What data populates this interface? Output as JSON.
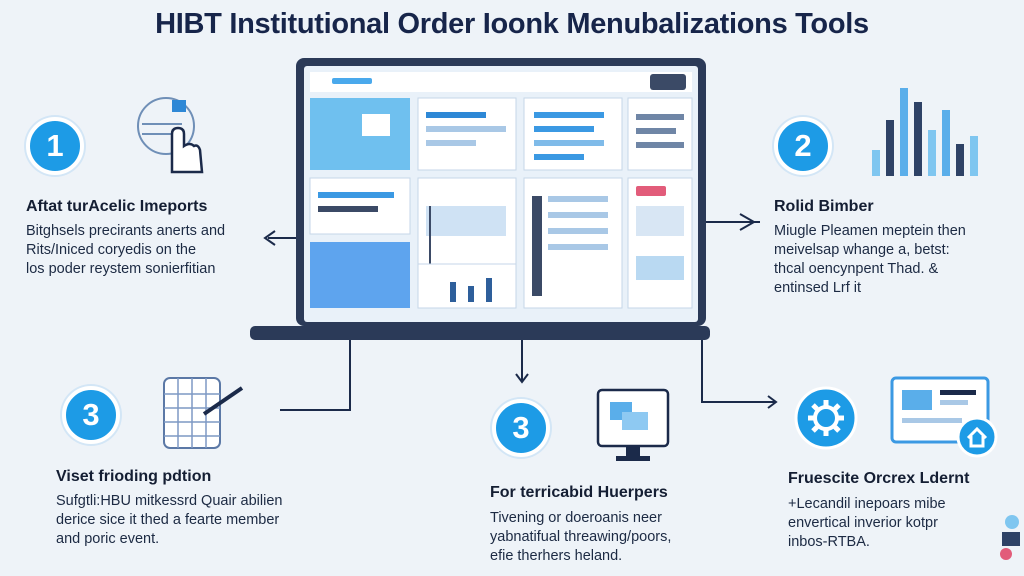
{
  "title": "HIBT Institutional Order Ioonk Menubalizations Tools",
  "steps": [
    {
      "number": "1",
      "heading": "Aftat turAcelic Imeports",
      "lines": [
        "Bitghsels precirants anerts and",
        "Rits/Iniced coryedis on the",
        "los poder reystem sonierfitian"
      ]
    },
    {
      "number": "2",
      "heading": "Rolid Bimber",
      "lines": [
        "Miugle Pleamen meptein then",
        "meivelsap whange a, betst:",
        "thcal oencynpent Thad. &",
        "entinsed Lrf it"
      ]
    },
    {
      "number": "3",
      "heading": "Viset frioding pdtion",
      "lines": [
        "Sufgtli:HBU mitkessrd Quair abilien",
        "derice sice it thed a fearte member",
        "and poric event."
      ]
    },
    {
      "number": "3",
      "heading": "For terricabid Huerpers",
      "lines": [
        "Tivening or doeroanis neer",
        "yabnatifual threawing/poors,",
        "efie therhers heland."
      ]
    },
    {
      "heading": "Fruescite Orcrex Ldernt",
      "lines": [
        "+Lecandil inepoars mibe",
        "envertical inverior kotpr",
        "inbos-RTBA."
      ]
    }
  ],
  "icons": [
    "hand-pointer-icon",
    "bar-chart-icon",
    "spreadsheet-icon",
    "monitor-icon",
    "gear-icon",
    "home-icon"
  ],
  "colors": {
    "accent": "#1d9be6",
    "dark": "#1b2a4a",
    "panel": "#d8e6f4"
  }
}
